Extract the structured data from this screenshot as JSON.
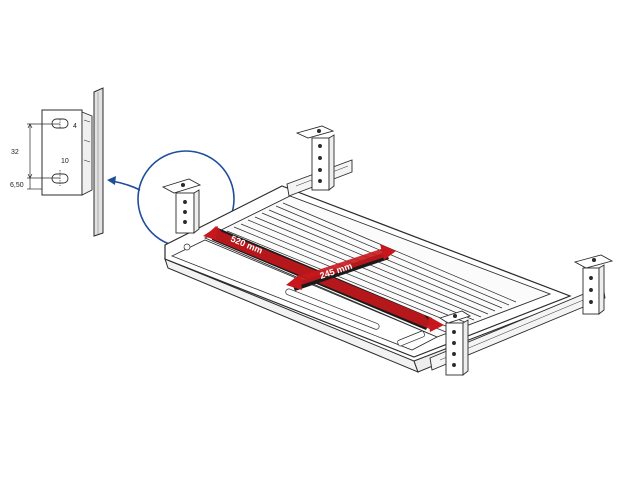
{
  "detail": {
    "dim_height": "32",
    "dim_bottom": "6,50",
    "dim_slot_top": "4",
    "dim_slot_bottom": "10"
  },
  "measurements": {
    "length": "520 mm",
    "depth": "245 mm"
  },
  "colors": {
    "line": "#2b2b2b",
    "arrow": "#c8171c",
    "arrow_dark": "#1a1a1a",
    "callout": "#1f4e9c",
    "panel": "#dcdcdc"
  }
}
